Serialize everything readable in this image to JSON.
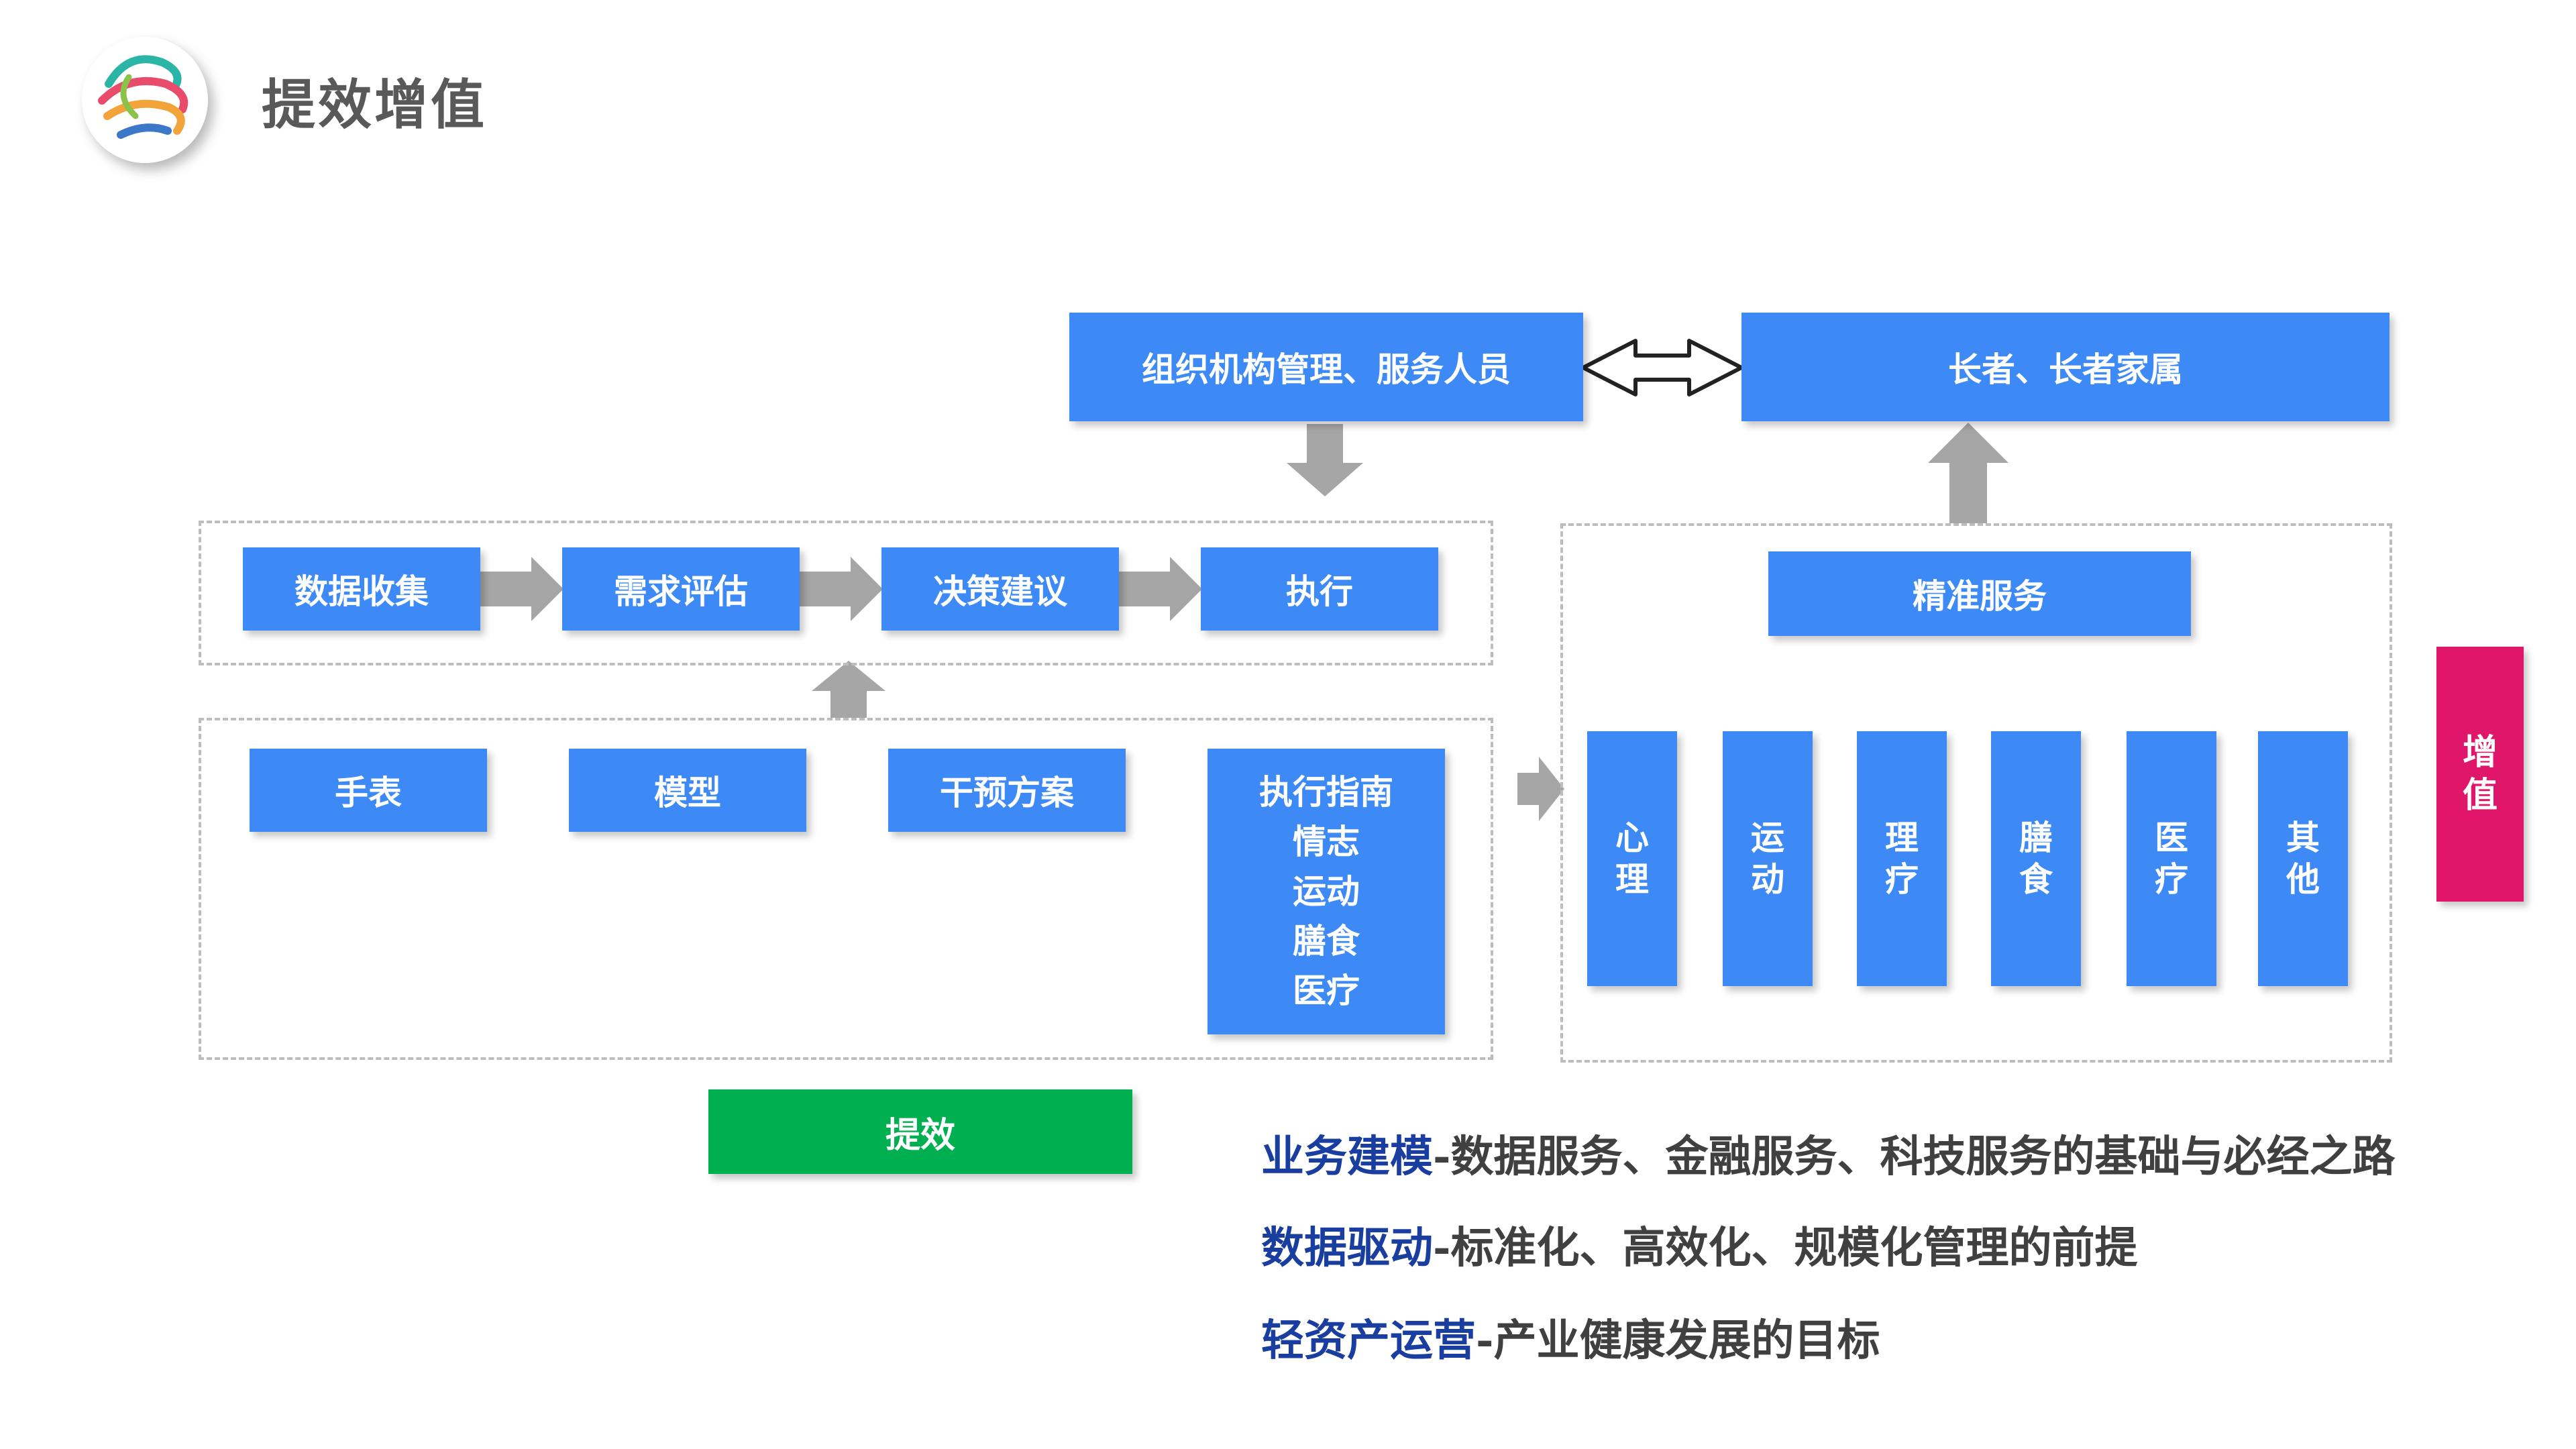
{
  "header": {
    "title": "提效增值",
    "logo_icon": "spiral-logo-icon"
  },
  "top": {
    "org_label": "组织机构管理、服务人员",
    "elder_label": "长者、长者家属"
  },
  "process": {
    "steps": [
      "数据收集",
      "需求评估",
      "决策建议",
      "执行"
    ]
  },
  "inputs": {
    "items": [
      "手表",
      "模型",
      "干预方案"
    ],
    "guide_lines": [
      "执行指南",
      "情志",
      "运动",
      "膳食",
      "医疗"
    ]
  },
  "services": {
    "title": "精准服务",
    "items": [
      "心理",
      "运动",
      "理疗",
      "膳食",
      "医疗",
      "其他"
    ]
  },
  "efficiency_label": "提效",
  "value_add_label": "增值",
  "notes": [
    {
      "key": "业务建模",
      "text": "-数据服务、金融服务、科技服务的基础与必经之路"
    },
    {
      "key": "数据驱动",
      "text": "-标准化、高效化、规模化管理的前提"
    },
    {
      "key": "轻资产运营",
      "text": "-产业健康发展的目标"
    }
  ],
  "colors": {
    "block_blue": "#3d8af7",
    "green": "#00b050",
    "magenta": "#e0166a",
    "emphasis_blue": "#1a3ea0",
    "arrow_gray": "#a6a6a6",
    "dashed_border": "#bdbdbd"
  }
}
